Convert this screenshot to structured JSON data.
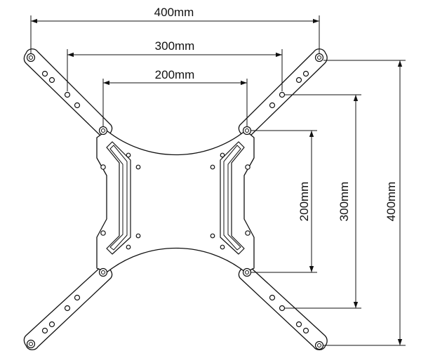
{
  "drawing": {
    "title": "",
    "horizontal_dimensions": [
      {
        "id": "h400",
        "label": "400mm"
      },
      {
        "id": "h300",
        "label": "300mm"
      },
      {
        "id": "h200",
        "label": "200mm"
      }
    ],
    "vertical_dimensions": [
      {
        "id": "v200",
        "label": "200mm"
      },
      {
        "id": "v300",
        "label": "300mm"
      },
      {
        "id": "v400",
        "label": "400mm"
      }
    ],
    "line_color": "#111111",
    "background": "#ffffff"
  }
}
